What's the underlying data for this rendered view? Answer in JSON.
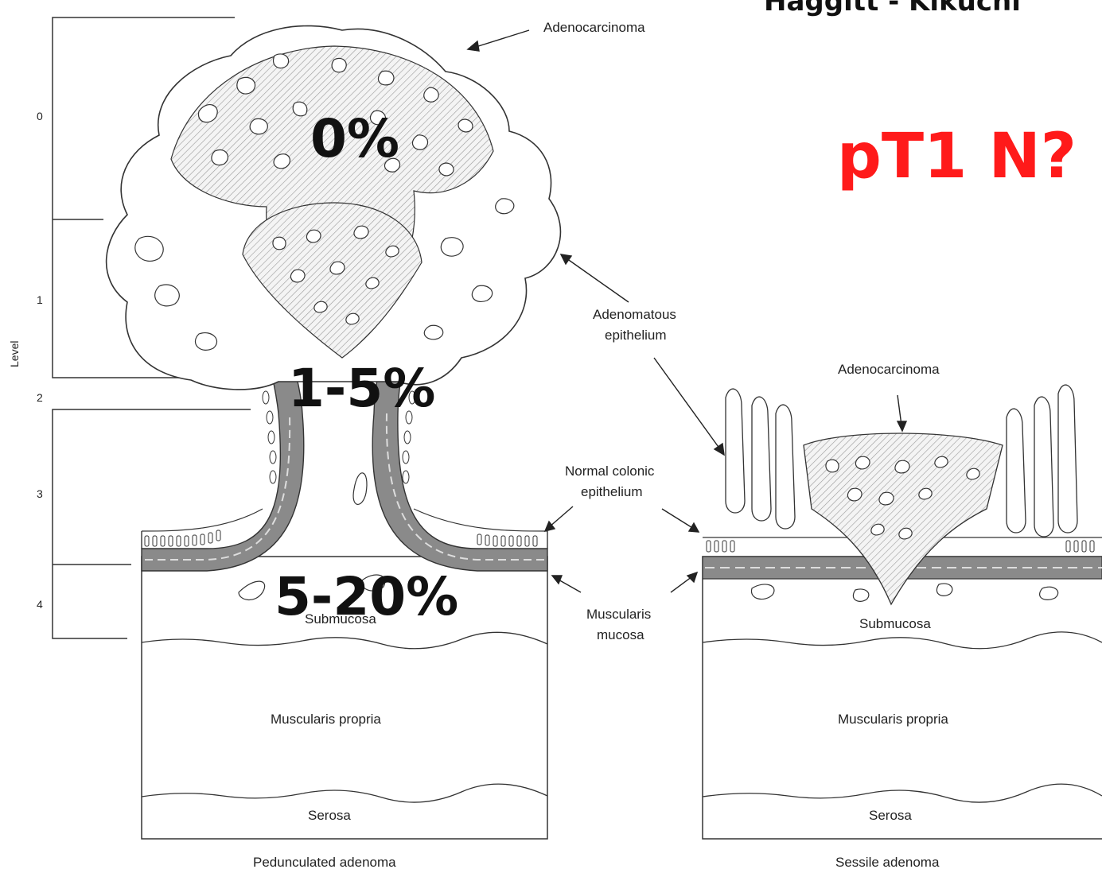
{
  "header": {
    "title": "Haggitt - Kikuchi",
    "stage": "pT1 N?"
  },
  "level_axis": {
    "label": "Level",
    "levels": [
      "0",
      "1",
      "2",
      "3",
      "4"
    ]
  },
  "risk_labels": {
    "level_0": "0%",
    "level_1_2": "1-5%",
    "level_3_4": "5-20%"
  },
  "pedunculated": {
    "caption": "Pedunculated adenoma",
    "adenocarcinoma": "Adenocarcinoma",
    "submucosa": "Submucosa",
    "muscularis_propria": "Muscularis propria",
    "serosa": "Serosa"
  },
  "sessile": {
    "caption": "Sessile adenoma",
    "adenocarcinoma": "Adenocarcinoma",
    "submucosa": "Submucosa",
    "muscularis_propria": "Muscularis propria",
    "serosa": "Serosa"
  },
  "middle_labels": {
    "adenomatous_epithelium_1": "Adenomatous",
    "adenomatous_epithelium_2": "epithelium",
    "normal_colonic_1": "Normal colonic",
    "normal_colonic_2": "epithelium",
    "muscularis_mucosa_1": "Muscularis",
    "muscularis_mucosa_2": "mucosa"
  }
}
